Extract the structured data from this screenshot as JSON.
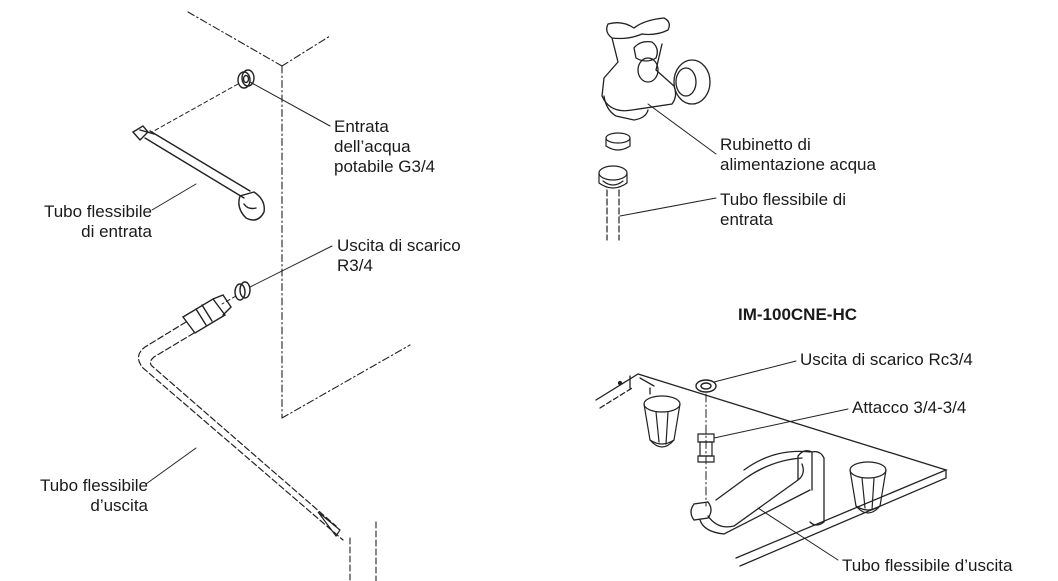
{
  "labels": {
    "inlet_potable": [
      "Entrata",
      "dell’acqua",
      "potabile G3/4"
    ],
    "hose_inlet_left": [
      "Tubo flessibile",
      "di entrata"
    ],
    "drain_outlet": [
      "Uscita di scarico",
      "R3/4"
    ],
    "hose_outlet_left": [
      "Tubo flessibile",
      "d’uscita"
    ],
    "tap": [
      "Rubinetto di",
      "alimentazione acqua"
    ],
    "hose_inlet_right": [
      "Tubo flessibile di",
      "entrata"
    ],
    "model": "IM-100CNE-HC",
    "drain_outlet_rc": "Uscita di scarico Rc3/4",
    "fitting": "Attacco 3/4-3/4",
    "hose_outlet_right": "Tubo flessibile d’uscita"
  }
}
